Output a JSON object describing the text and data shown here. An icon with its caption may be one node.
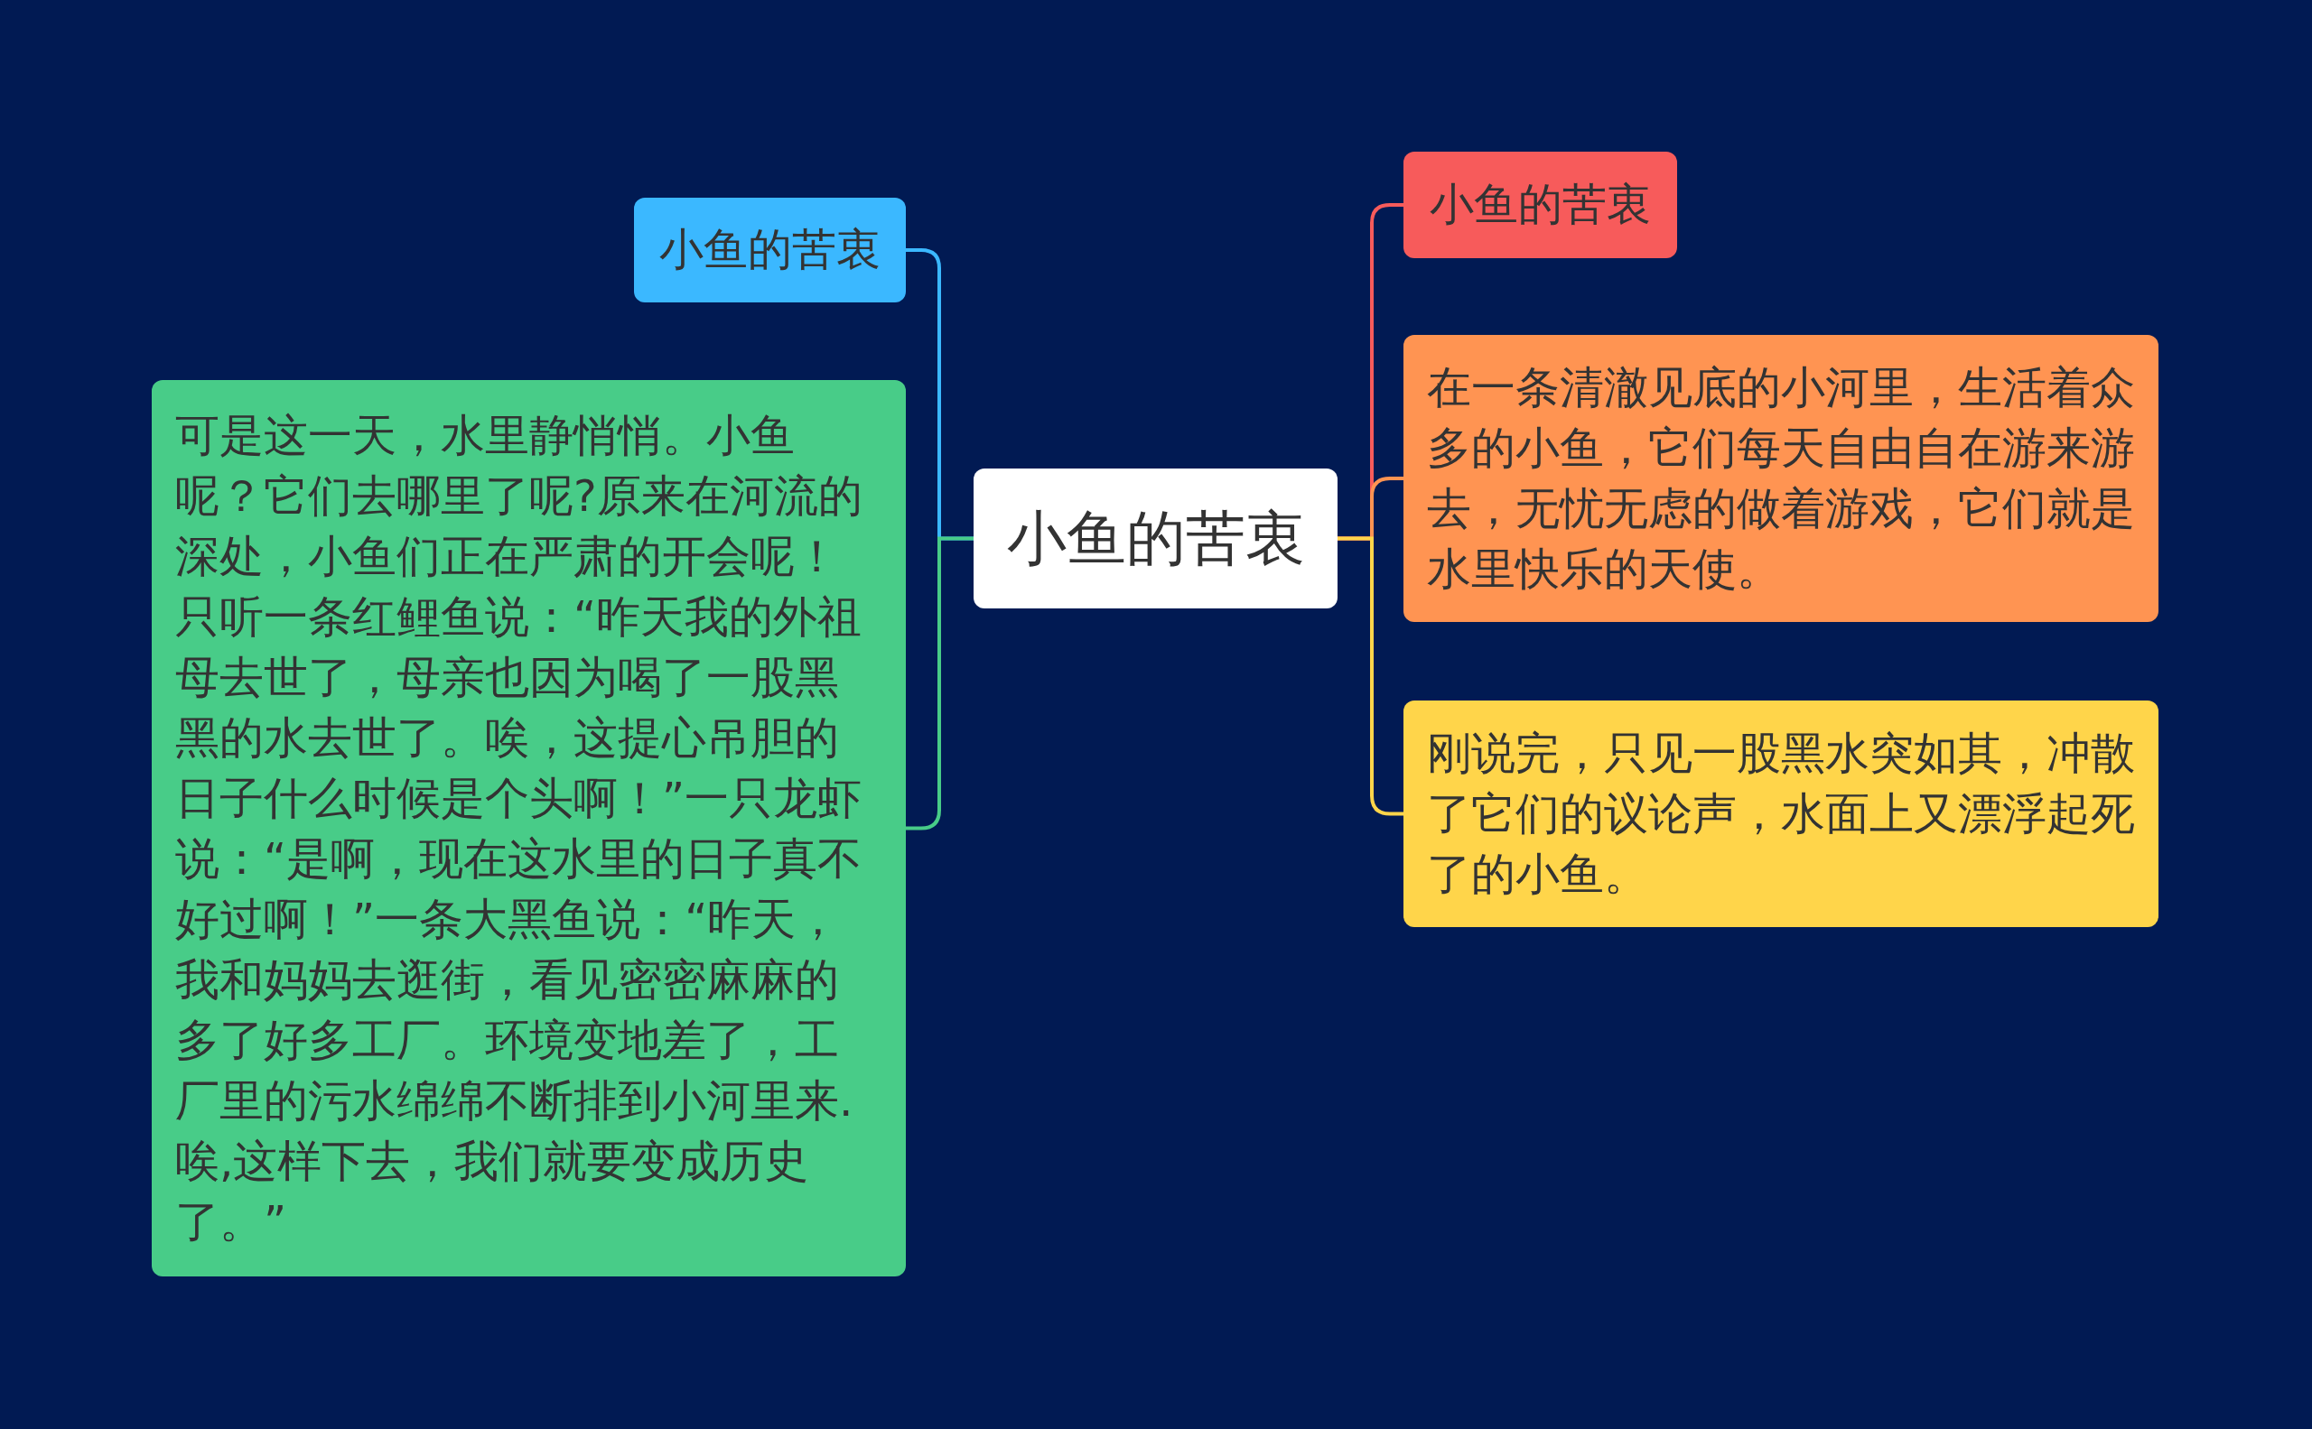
{
  "diagram": {
    "nodes": [
      {
        "text": [
          "小鱼的苦衷"
        ]
      },
      {
        "text": [
          "小鱼的苦衷"
        ]
      },
      {
        "text": [
          "可是这一天，水里静悄悄。小鱼呢？它们去哪里了呢?原来在河流的深处，小鱼们正在严肃的开会呢！只听一条红鲤鱼说：“昨天我的外祖母去世了，母亲也因为喝了一股黑黑的水去世了。唉，这提心吊胆的日子什么时候是个头啊！”一只龙虾说：“是啊，现在这水里的日子真不好过啊！”一条大黑鱼说：“昨天，我和妈妈去逛街，看见密密麻麻的多了好多工厂。环境变地差了，工厂里的污水绵绵不断排到小河里来.唉,这样下去，我们就要变成历史了。”"
        ]
      },
      {
        "text": [
          "小鱼的苦衷"
        ]
      },
      {
        "text": [
          "在一条清澈见底的小河里，生活着众多的小鱼，它们每天自由自在游来游去，无忧无虑的做着游戏，它们就是水里快乐的天使。"
        ]
      },
      {
        "text": [
          "刚说完，只见一股黑水突如其，冲散了它们的议论声，水面上又漂浮起死了的小鱼。"
        ]
      }
    ],
    "edges": [
      {
        "from": 0,
        "to": 1,
        "arrow": "none",
        "color": "#3bb8ff"
      },
      {
        "from": 0,
        "to": 2,
        "arrow": "none",
        "color": "#48cc88"
      },
      {
        "from": 0,
        "to": 3,
        "arrow": "none",
        "color": "#f75b5b"
      },
      {
        "from": 0,
        "to": 4,
        "arrow": "none",
        "color": "#ff9452"
      },
      {
        "from": 0,
        "to": 5,
        "arrow": "none",
        "color": "#ffd54a"
      }
    ]
  }
}
